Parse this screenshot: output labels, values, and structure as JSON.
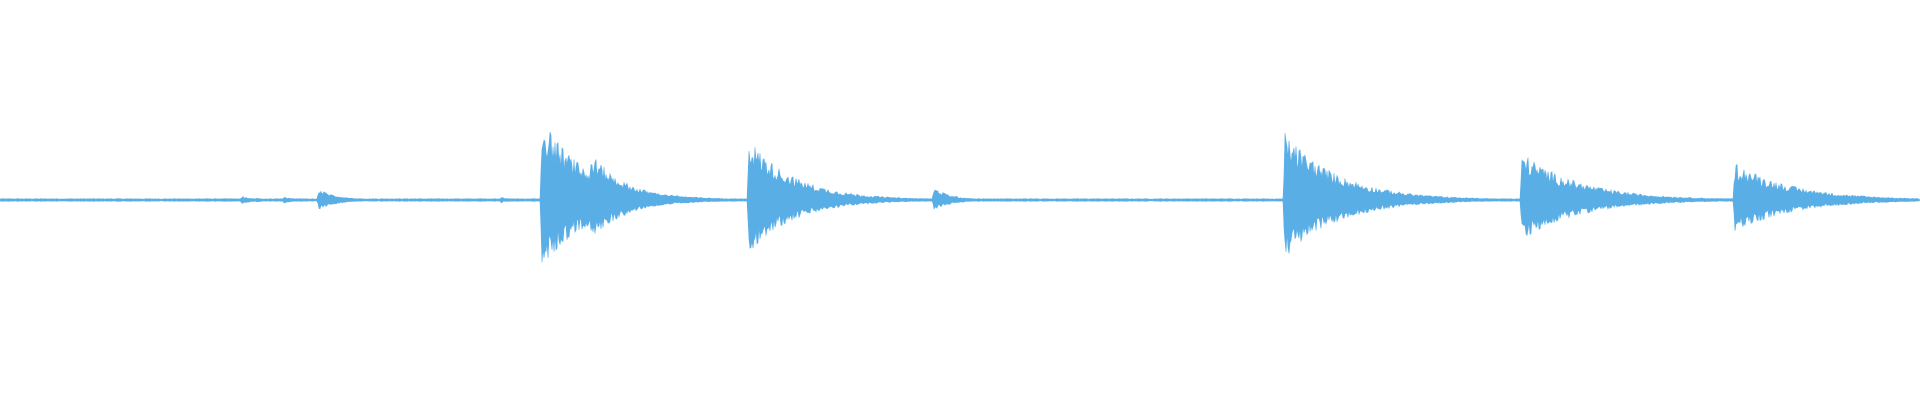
{
  "waveform": {
    "color": "#5aaee6",
    "background": "#ffffff",
    "duration_fraction_transients": [
      {
        "t": 0.1263,
        "amp": 0.02,
        "decay": 0.006,
        "bipolar": true
      },
      {
        "t": 0.1339,
        "amp": 0.012,
        "decay": 0.005,
        "bipolar": true
      },
      {
        "t": 0.148,
        "amp": 0.015,
        "decay": 0.007,
        "bipolar": true
      },
      {
        "t": 0.1664,
        "amp": 0.055,
        "decay": 0.01,
        "bipolar": false
      },
      {
        "t": 0.2611,
        "amp": 0.015,
        "decay": 0.004,
        "bipolar": true
      },
      {
        "t": 0.2823,
        "amp": 0.41,
        "decay": 0.024,
        "bipolar": false
      },
      {
        "t": 0.3078,
        "amp": 0.24,
        "decay": 0.018,
        "bipolar": false
      },
      {
        "t": 0.3901,
        "amp": 0.31,
        "decay": 0.024,
        "bipolar": false
      },
      {
        "t": 0.4271,
        "amp": 0.008,
        "decay": 0.006,
        "bipolar": true
      },
      {
        "t": 0.4866,
        "amp": 0.06,
        "decay": 0.01,
        "bipolar": false
      },
      {
        "t": 0.6695,
        "amp": 0.34,
        "decay": 0.028,
        "bipolar": false
      },
      {
        "t": 0.7927,
        "amp": 0.24,
        "decay": 0.03,
        "bipolar": false
      },
      {
        "t": 0.9034,
        "amp": 0.19,
        "decay": 0.03,
        "bipolar": false
      },
      {
        "t": 0.9454,
        "amp": 0.05,
        "decay": 0.012,
        "bipolar": false
      }
    ]
  }
}
